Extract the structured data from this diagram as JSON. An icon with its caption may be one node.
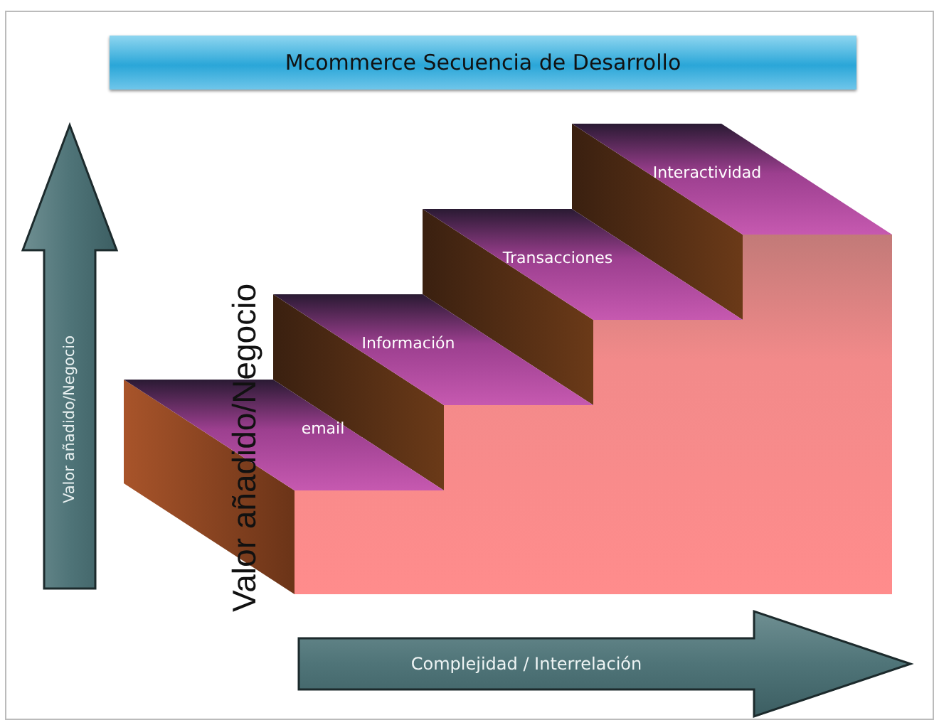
{
  "diagram": {
    "title": "Mcommerce Secuencia de Desarrollo",
    "nodes": [
      {
        "text": [
          "Valor añadido/Negocio"
        ]
      },
      {
        "text": [
          "email"
        ]
      },
      {
        "text": [
          "Información"
        ]
      },
      {
        "text": [
          "Transacciones"
        ]
      },
      {
        "text": [
          "Interactividad"
        ]
      },
      {
        "text": [
          "Complejidad / Interrelación"
        ]
      }
    ],
    "edges": [],
    "labels": [
      "Valor añadido/Negocio"
    ]
  }
}
